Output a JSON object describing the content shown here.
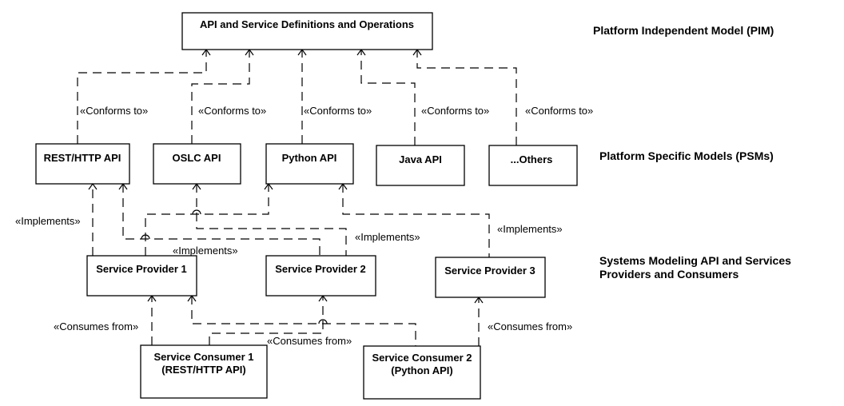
{
  "pim_box": "API and Service Definitions and Operations",
  "psm_boxes": {
    "rest": "REST/HTTP API",
    "oslc": "OSLC API",
    "python": "Python API",
    "java": "Java API",
    "others": "...Others"
  },
  "providers": {
    "p1": "Service Provider 1",
    "p2": "Service Provider 2",
    "p3": "Service Provider 3"
  },
  "consumers": {
    "c1": {
      "line1": "Service Consumer 1",
      "line2": "(REST/HTTP API)"
    },
    "c2": {
      "line1": "Service Consumer 2",
      "line2": "(Python API)"
    }
  },
  "relations": {
    "conforms_to": "«Conforms to»",
    "implements": "«Implements»",
    "consumes_from": "«Consumes from»"
  },
  "layers": {
    "pim": "Platform Independent Model (PIM)",
    "psm": "Platform Specific Models (PSMs)",
    "systems_line1": "Systems Modeling API and Services",
    "systems_line2": "Providers and Consumers"
  }
}
